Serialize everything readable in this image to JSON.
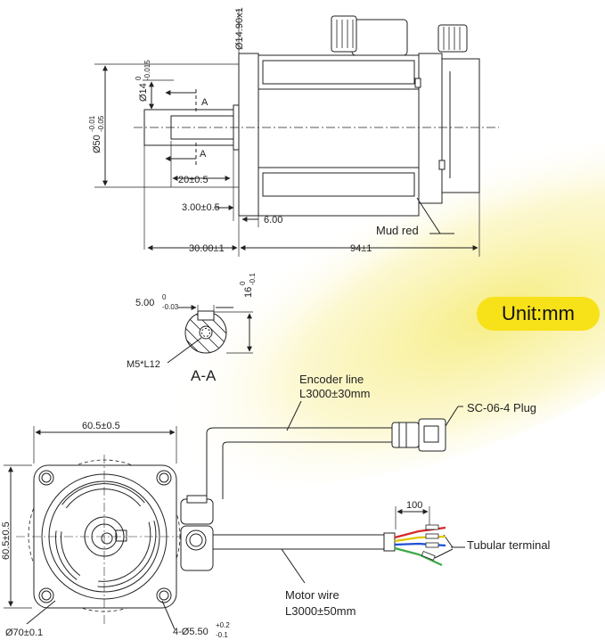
{
  "colors": {
    "accent": "#f7e21a",
    "wash": "#faf3a0",
    "line": "#222222"
  },
  "side_view": {
    "shaft_dia": "Ø14",
    "shaft_tol_upper": "0",
    "shaft_tol_lower": "-0.015",
    "flange_dia": "Ø50",
    "flange_tol_upper": "-0.01",
    "flange_tol_lower": "-0.05",
    "top_dim": "Ø14.90x1",
    "section_mark_a": "A",
    "key_len": "20±0.5",
    "shoulder": "3.00±0.5",
    "spigot": "6.00",
    "shaft_len": "30.00±1",
    "body_len": "94±1",
    "mud_red": "Mud red"
  },
  "section": {
    "key_width": "5.00",
    "key_width_tol_upper": "0",
    "key_width_tol_lower": "-0.03",
    "key_depth": "16",
    "key_depth_tol_upper": "0",
    "key_depth_tol_lower": "-0.1",
    "thread": "M5*L12",
    "title": "A-A"
  },
  "unit_label": "Unit:mm",
  "front_view": {
    "width_dim": "60.5±0.5",
    "height_dim": "60.5±0.5",
    "circle_dia": "Ø70±0.1",
    "hole_note": "4-Ø5.50",
    "hole_tol_upper": "+0.2",
    "hole_tol_lower": "-0.1"
  },
  "cables": {
    "encoder_line": "Encoder line",
    "encoder_length": "L3000±30mm",
    "plug": "SC-06-4 Plug",
    "pitch": "100",
    "tubular": "Tubular terminal",
    "motor_wire": "Motor wire",
    "motor_length": "L3000±50mm"
  }
}
